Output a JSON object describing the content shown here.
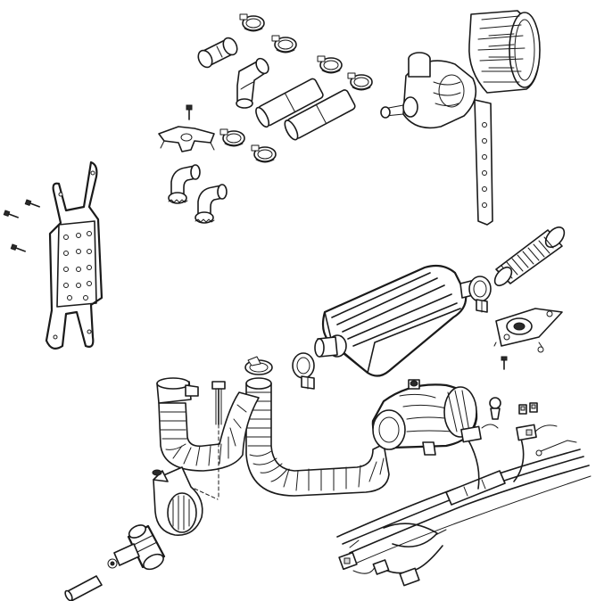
{
  "diagram": {
    "background": "#ffffff",
    "line_color": "#1a1a1a",
    "shade_color": "#d9d9d9",
    "parts": [
      {
        "name": "hose-clamps"
      },
      {
        "name": "straight-hose-connector"
      },
      {
        "name": "elbow-hose-connectors"
      },
      {
        "name": "straight-tube-sections"
      },
      {
        "name": "bracket-clip"
      },
      {
        "name": "screw"
      },
      {
        "name": "circulation-pump"
      },
      {
        "name": "pump-mount-sleeve"
      },
      {
        "name": "perforated-strap"
      },
      {
        "name": "mounting-plate"
      },
      {
        "name": "mounting-screws"
      },
      {
        "name": "exhaust-silencer"
      },
      {
        "name": "flexible-exhaust-pipe"
      },
      {
        "name": "exhaust-clamps"
      },
      {
        "name": "exhaust-end-fitting"
      },
      {
        "name": "combustion-air-silencer"
      },
      {
        "name": "flexible-air-intake-hose"
      },
      {
        "name": "air-intake-hose-bend"
      },
      {
        "name": "bolt-with-nut"
      },
      {
        "name": "fuel-pump"
      },
      {
        "name": "fuel-pump-bracket"
      },
      {
        "name": "fuel-line-stub"
      },
      {
        "name": "wiring-harness"
      },
      {
        "name": "fuses"
      },
      {
        "name": "bulb"
      }
    ]
  }
}
